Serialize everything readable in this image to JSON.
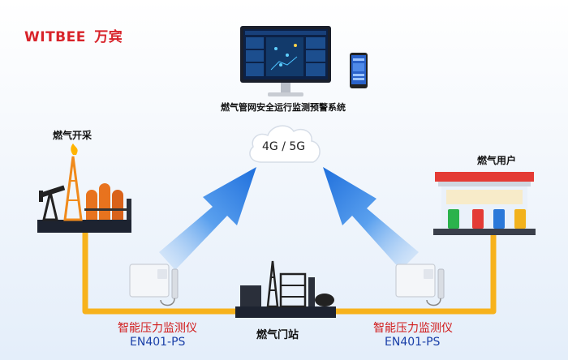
{
  "brand": {
    "name": "WITBEE",
    "name_cn": "万宾"
  },
  "system_title": "燃气管网安全运行监测预警系统",
  "network_label": "4G / 5G",
  "nodes": {
    "production": "燃气开采",
    "users": "燃气用户",
    "gate_station": "燃气门站"
  },
  "devices": [
    {
      "name": "智能压力监测仪",
      "model": "EN401-PS"
    },
    {
      "name": "智能压力监测仪",
      "model": "EN401-PS"
    }
  ],
  "colors": {
    "brand_red": "#d8232a",
    "pipeline_yellow": "#f7b21c",
    "arrow_blue": "#2f7de1",
    "device_label_red": "#d11a1a",
    "model_blue": "#1a3fa8"
  }
}
